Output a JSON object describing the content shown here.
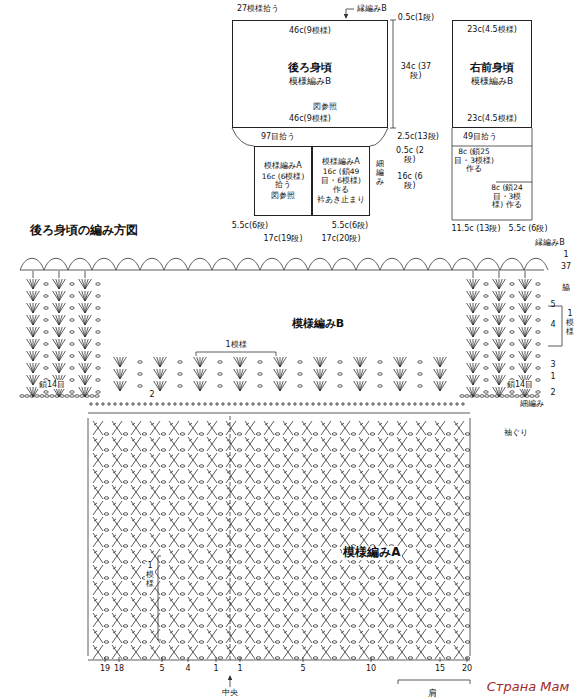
{
  "diagram": {
    "title": "後ろ身頃の編み方図",
    "nodes": [
      {
        "text": [
          "後ろ身頃",
          "模様編みB"
        ]
      },
      {
        "text": [
          "模様編みA",
          "16c (6模様) 拾う",
          "図参照"
        ]
      },
      {
        "text": [
          "模様編みA",
          "16c (鎖49目・6模様) 作る",
          "衿あき止まり"
        ]
      },
      {
        "text": [
          "右前身頃",
          "模様編みB"
        ]
      }
    ],
    "labels": [
      "27模様拾う",
      "縁編みB",
      "0.5c(1段)",
      "46c(9模様)",
      "34c (37段)",
      "図参照",
      "46c(9模様)",
      "97目拾う",
      "2.5c(13段)",
      "0.5c (2段)",
      "16c (6段)",
      "細編み",
      "5.5c(6段)",
      "5.5c(6段)",
      "17c(19段)",
      "17c(20段)",
      "23c(4.5模様)",
      "23c(4.5模様)",
      "49目拾う",
      "8c (鎖25目・3模様) 作る",
      "8c (鎖24目・3模様) 作る",
      "11.5c (13段)",
      "5.5c (6段)",
      "縁編みB",
      "1",
      "37",
      "脇",
      "5",
      "4",
      "1模様",
      "3",
      "1",
      "鎖14目",
      "2",
      "鎖14目",
      "1模様",
      "模様編みB",
      "2",
      "細編み",
      "袖ぐり",
      "模様編みA",
      "1模様",
      "19",
      "18",
      "5",
      "4",
      "1",
      "1",
      "5",
      "10",
      "15",
      "20",
      "中央",
      "肩",
      "Страна Мам"
    ]
  }
}
